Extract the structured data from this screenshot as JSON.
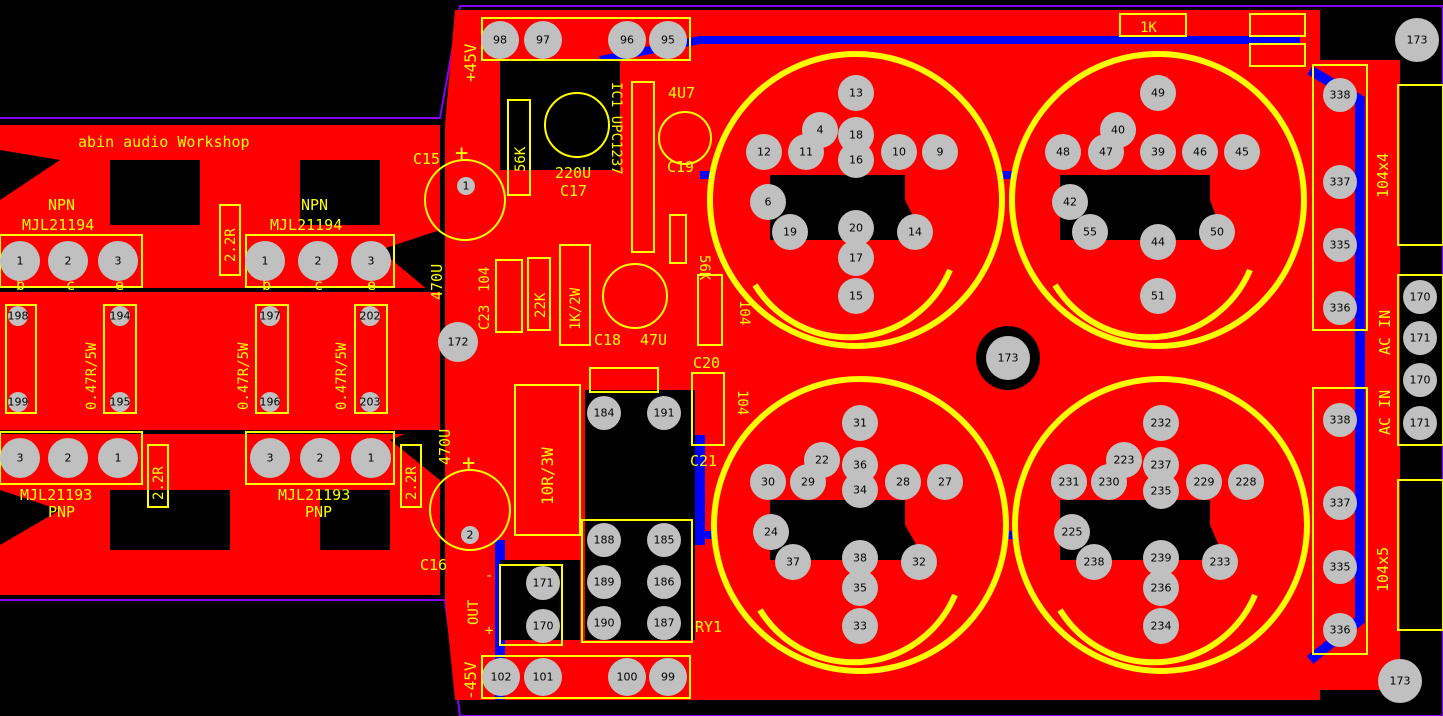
{
  "colors": {
    "background": "#000000",
    "top_copper": "#ff0000",
    "bottom_copper": "#0000ff",
    "silkscreen": "#ffff00",
    "pad": "#c0c0c0",
    "outline": "#8800ff"
  },
  "silkscreen": {
    "workshop": "abin audio Workshop",
    "npn_left": "NPN",
    "mjl21194_left": "MJL21194",
    "npn_right": "NPN",
    "mjl21194_right": "MJL21194",
    "pnp_left": "PNP",
    "mjl21193_left": "MJL21193",
    "pnp_right": "PNP",
    "mjl21193_right": "MJL21193",
    "r_2r2_a": "2.2R",
    "r_2r2_b": "2.2R",
    "r_2r2_c": "2.2R",
    "r_047_a": "0.47R/5W",
    "r_047_b": "0.47R/5W",
    "r_047_c": "0.47R/5W",
    "plus45v": "+45V",
    "minus45v": "-45V",
    "c15": "C15",
    "c16": "C16",
    "c17": "C17",
    "c18": "C18",
    "c19": "C19",
    "c20": "C20",
    "c21": "C21",
    "c23": "C23",
    "v470_a": "470U",
    "v470_b": "470U",
    "v220": "220U",
    "v47": "47U",
    "v4u7": "4U7",
    "r56k_a": "56K",
    "r56k_b": "56K",
    "r22k": "22K",
    "r1k2w": "1K/2W",
    "r10r3w": "10R/3W",
    "r1k": "1K",
    "v104_a": "104",
    "v104_b": "104",
    "v104_c": "104",
    "ic1": "IC1 UPC1237",
    "out": "OUT",
    "plus": "+",
    "minus": "-",
    "ry1": "RY1",
    "acin_a": "AC IN",
    "acin_b": "AC IN",
    "x104x4": "104x4",
    "x104x5": "104x5",
    "ebc_b": "b",
    "ebc_c": "c",
    "ebc_e": "e"
  },
  "pads": {
    "q_top": [
      "1",
      "2",
      "3",
      "1",
      "2",
      "3"
    ],
    "q_bot": [
      "3",
      "2",
      "1",
      "3",
      "2",
      "1"
    ],
    "r_top": [
      "198",
      "194",
      "197",
      "202"
    ],
    "r_bot": [
      "199",
      "195",
      "196",
      "203"
    ],
    "hdr_top": [
      "98",
      "97",
      "96",
      "95"
    ],
    "hdr_bot": [
      "102",
      "101",
      "100",
      "99"
    ],
    "ic": [
      "1",
      "2"
    ],
    "mid": [
      "184",
      "191",
      "188",
      "185",
      "189",
      "186",
      "190",
      "187",
      "171",
      "170",
      "172"
    ],
    "cap_tl": [
      "13",
      "4",
      "18",
      "16",
      "12",
      "11",
      "10",
      "9",
      "6",
      "19",
      "20",
      "17",
      "15",
      "14"
    ],
    "cap_tr": [
      "49",
      "40",
      "47",
      "39",
      "48",
      "46",
      "45",
      "42",
      "55",
      "44",
      "51",
      "50"
    ],
    "cap_bl": [
      "31",
      "22",
      "36",
      "34",
      "30",
      "29",
      "28",
      "27",
      "24",
      "37",
      "38",
      "35",
      "33",
      "32"
    ],
    "cap_br": [
      "232",
      "223",
      "237",
      "235",
      "231",
      "230",
      "229",
      "228",
      "225",
      "238",
      "239",
      "236",
      "234",
      "233"
    ],
    "right": [
      "338",
      "337",
      "335",
      "336",
      "338",
      "337",
      "335",
      "336",
      "170",
      "171",
      "170",
      "171",
      "173",
      "173",
      "173"
    ]
  }
}
